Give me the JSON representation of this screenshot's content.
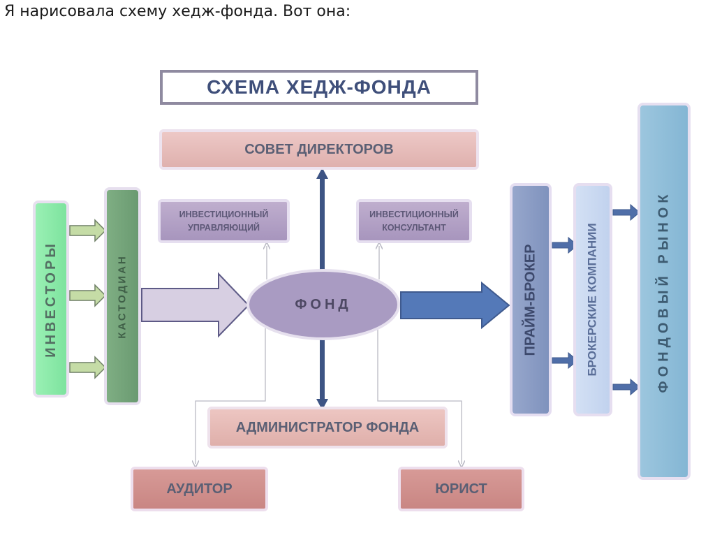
{
  "intro_text": "Я нарисовала схему хедж-фонда. Вот она:",
  "diagram": {
    "title": "СХЕМА ХЕДЖ-ФОНДА",
    "board": "СОВЕТ ДИРЕКТОРОВ",
    "manager_line1": "ИНВЕСТИЦИОННЫЙ",
    "manager_line2": "УПРАВЛЯЮЩИЙ",
    "consultant_line1": "ИНВЕСТИЦИОННЫЙ",
    "consultant_line2": "КОНСУЛЬТАНТ",
    "fund": "ФОНД",
    "administrator": "АДМИНИСТРАТОР ФОНДА",
    "auditor": "АУДИТОР",
    "lawyer": "ЮРИСТ",
    "investors": "ИНВЕСТОРЫ",
    "custodian": "КАСТОДИАН",
    "prime_broker": "ПРАЙМ-БРОКЕР",
    "brokers": "БРОКЕРСКИЕ КОМПАНИИ",
    "market": "ФОНДОВЫЙ РЫНОК"
  },
  "colors": {
    "title_text": "#3f4f7a",
    "fund_fill": "#a99bc2",
    "central_arrow": "#3d5484",
    "blue_arrow": "#5479b8",
    "lilac_arrow": "#d7cfe2",
    "green_arrow": "#c5dca6",
    "thin_line": "#b9b9c4"
  }
}
